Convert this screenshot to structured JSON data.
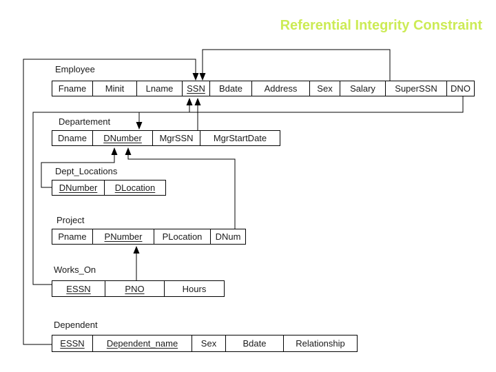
{
  "slide": {
    "title": "Referential Integrity Constraint",
    "title_color": "#cceb55",
    "background_color": "#ffffff",
    "line_color": "#000000"
  },
  "diagram": {
    "tables": [
      {
        "name": "Employee",
        "columns": [
          {
            "label": "Fname",
            "key": false
          },
          {
            "label": "Minit",
            "key": false
          },
          {
            "label": "Lname",
            "key": false
          },
          {
            "label": "SSN",
            "key": true
          },
          {
            "label": "Bdate",
            "key": false
          },
          {
            "label": "Address",
            "key": false
          },
          {
            "label": "Sex",
            "key": false
          },
          {
            "label": "Salary",
            "key": false
          },
          {
            "label": "SuperSSN",
            "key": false
          },
          {
            "label": "DNO",
            "key": false
          }
        ]
      },
      {
        "name": "Departement",
        "columns": [
          {
            "label": "Dname",
            "key": false
          },
          {
            "label": "DNumber",
            "key": true
          },
          {
            "label": "MgrSSN",
            "key": false
          },
          {
            "label": "MgrStartDate",
            "key": false
          }
        ]
      },
      {
        "name": "Dept_Locations",
        "columns": [
          {
            "label": "DNumber",
            "key": true
          },
          {
            "label": "DLocation",
            "key": true
          }
        ]
      },
      {
        "name": "Project",
        "columns": [
          {
            "label": "Pname",
            "key": false
          },
          {
            "label": "PNumber",
            "key": true
          },
          {
            "label": "PLocation",
            "key": false
          },
          {
            "label": "DNum",
            "key": false
          }
        ]
      },
      {
        "name": "Works_On",
        "columns": [
          {
            "label": "ESSN",
            "key": true
          },
          {
            "label": "PNO",
            "key": true
          },
          {
            "label": "Hours",
            "key": false
          }
        ]
      },
      {
        "name": "Dependent",
        "columns": [
          {
            "label": "ESSN",
            "key": true
          },
          {
            "label": "Dependent_name",
            "key": true
          },
          {
            "label": "Sex",
            "key": false
          },
          {
            "label": "Bdate",
            "key": false
          },
          {
            "label": "Relationship",
            "key": false
          }
        ]
      }
    ],
    "relationships": [
      {
        "from": "Employee.SuperSSN",
        "to": "Employee.SSN"
      },
      {
        "from": "Dependent.ESSN",
        "to": "Employee.SSN"
      },
      {
        "from": "Departement.MgrSSN",
        "to": "Employee.SSN"
      },
      {
        "from": "Works_On.ESSN",
        "to": "Employee.SSN"
      },
      {
        "from": "Employee.DNO",
        "to": "Departement.DNumber"
      },
      {
        "from": "Dept_Locations.DNumber",
        "to": "Departement.DNumber"
      },
      {
        "from": "Project.DNum",
        "to": "Departement.DNumber"
      },
      {
        "from": "Works_On.PNO",
        "to": "Project.PNumber"
      }
    ]
  }
}
